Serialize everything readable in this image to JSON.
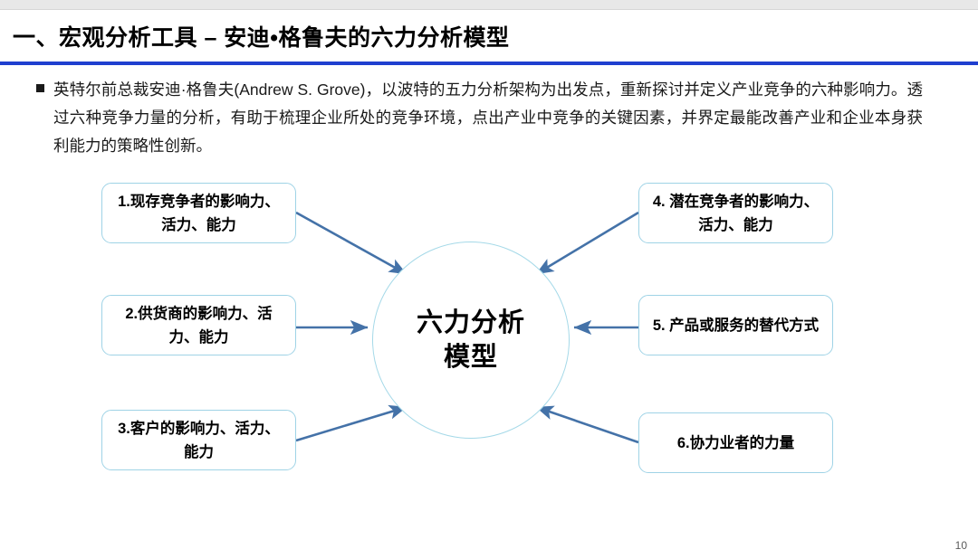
{
  "slide": {
    "title": "一、宏观分析工具 – 安迪•格鲁夫的六力分析模型",
    "page_number": "10",
    "accent_color": "#1f3fcf",
    "box_border_color": "#9fd3e6",
    "arrow_color": "#4472a8",
    "circle_border_color": "#a5d9e8"
  },
  "body": {
    "bullet_icon": "square-bullet-icon",
    "paragraph": "英特尔前总裁安迪·格鲁夫(Andrew S. Grove)，以波特的五力分析架构为出发点，重新探讨并定义产业竞争的六种影响力。透过六种竞争力量的分析，有助于梳理企业所处的竞争环境，点出产业中竞争的关键因素，并界定最能改善产业和企业本身获利能力的策略性创新。"
  },
  "diagram": {
    "center": {
      "line1": "六力分析",
      "line2": "模型"
    },
    "left_boxes": [
      {
        "id": "force-1",
        "label": "1.现存竞争者的影响力、活力、能力"
      },
      {
        "id": "force-2",
        "label": "2.供货商的影响力、活力、能力"
      },
      {
        "id": "force-3",
        "label": "3.客户的影响力、活力、能力"
      }
    ],
    "right_boxes": [
      {
        "id": "force-4",
        "label": "4. 潜在竞争者的影响力、活力、能力"
      },
      {
        "id": "force-5",
        "label": "5. 产品或服务的替代方式"
      },
      {
        "id": "force-6",
        "label": "6.协力业者的力量"
      }
    ]
  }
}
